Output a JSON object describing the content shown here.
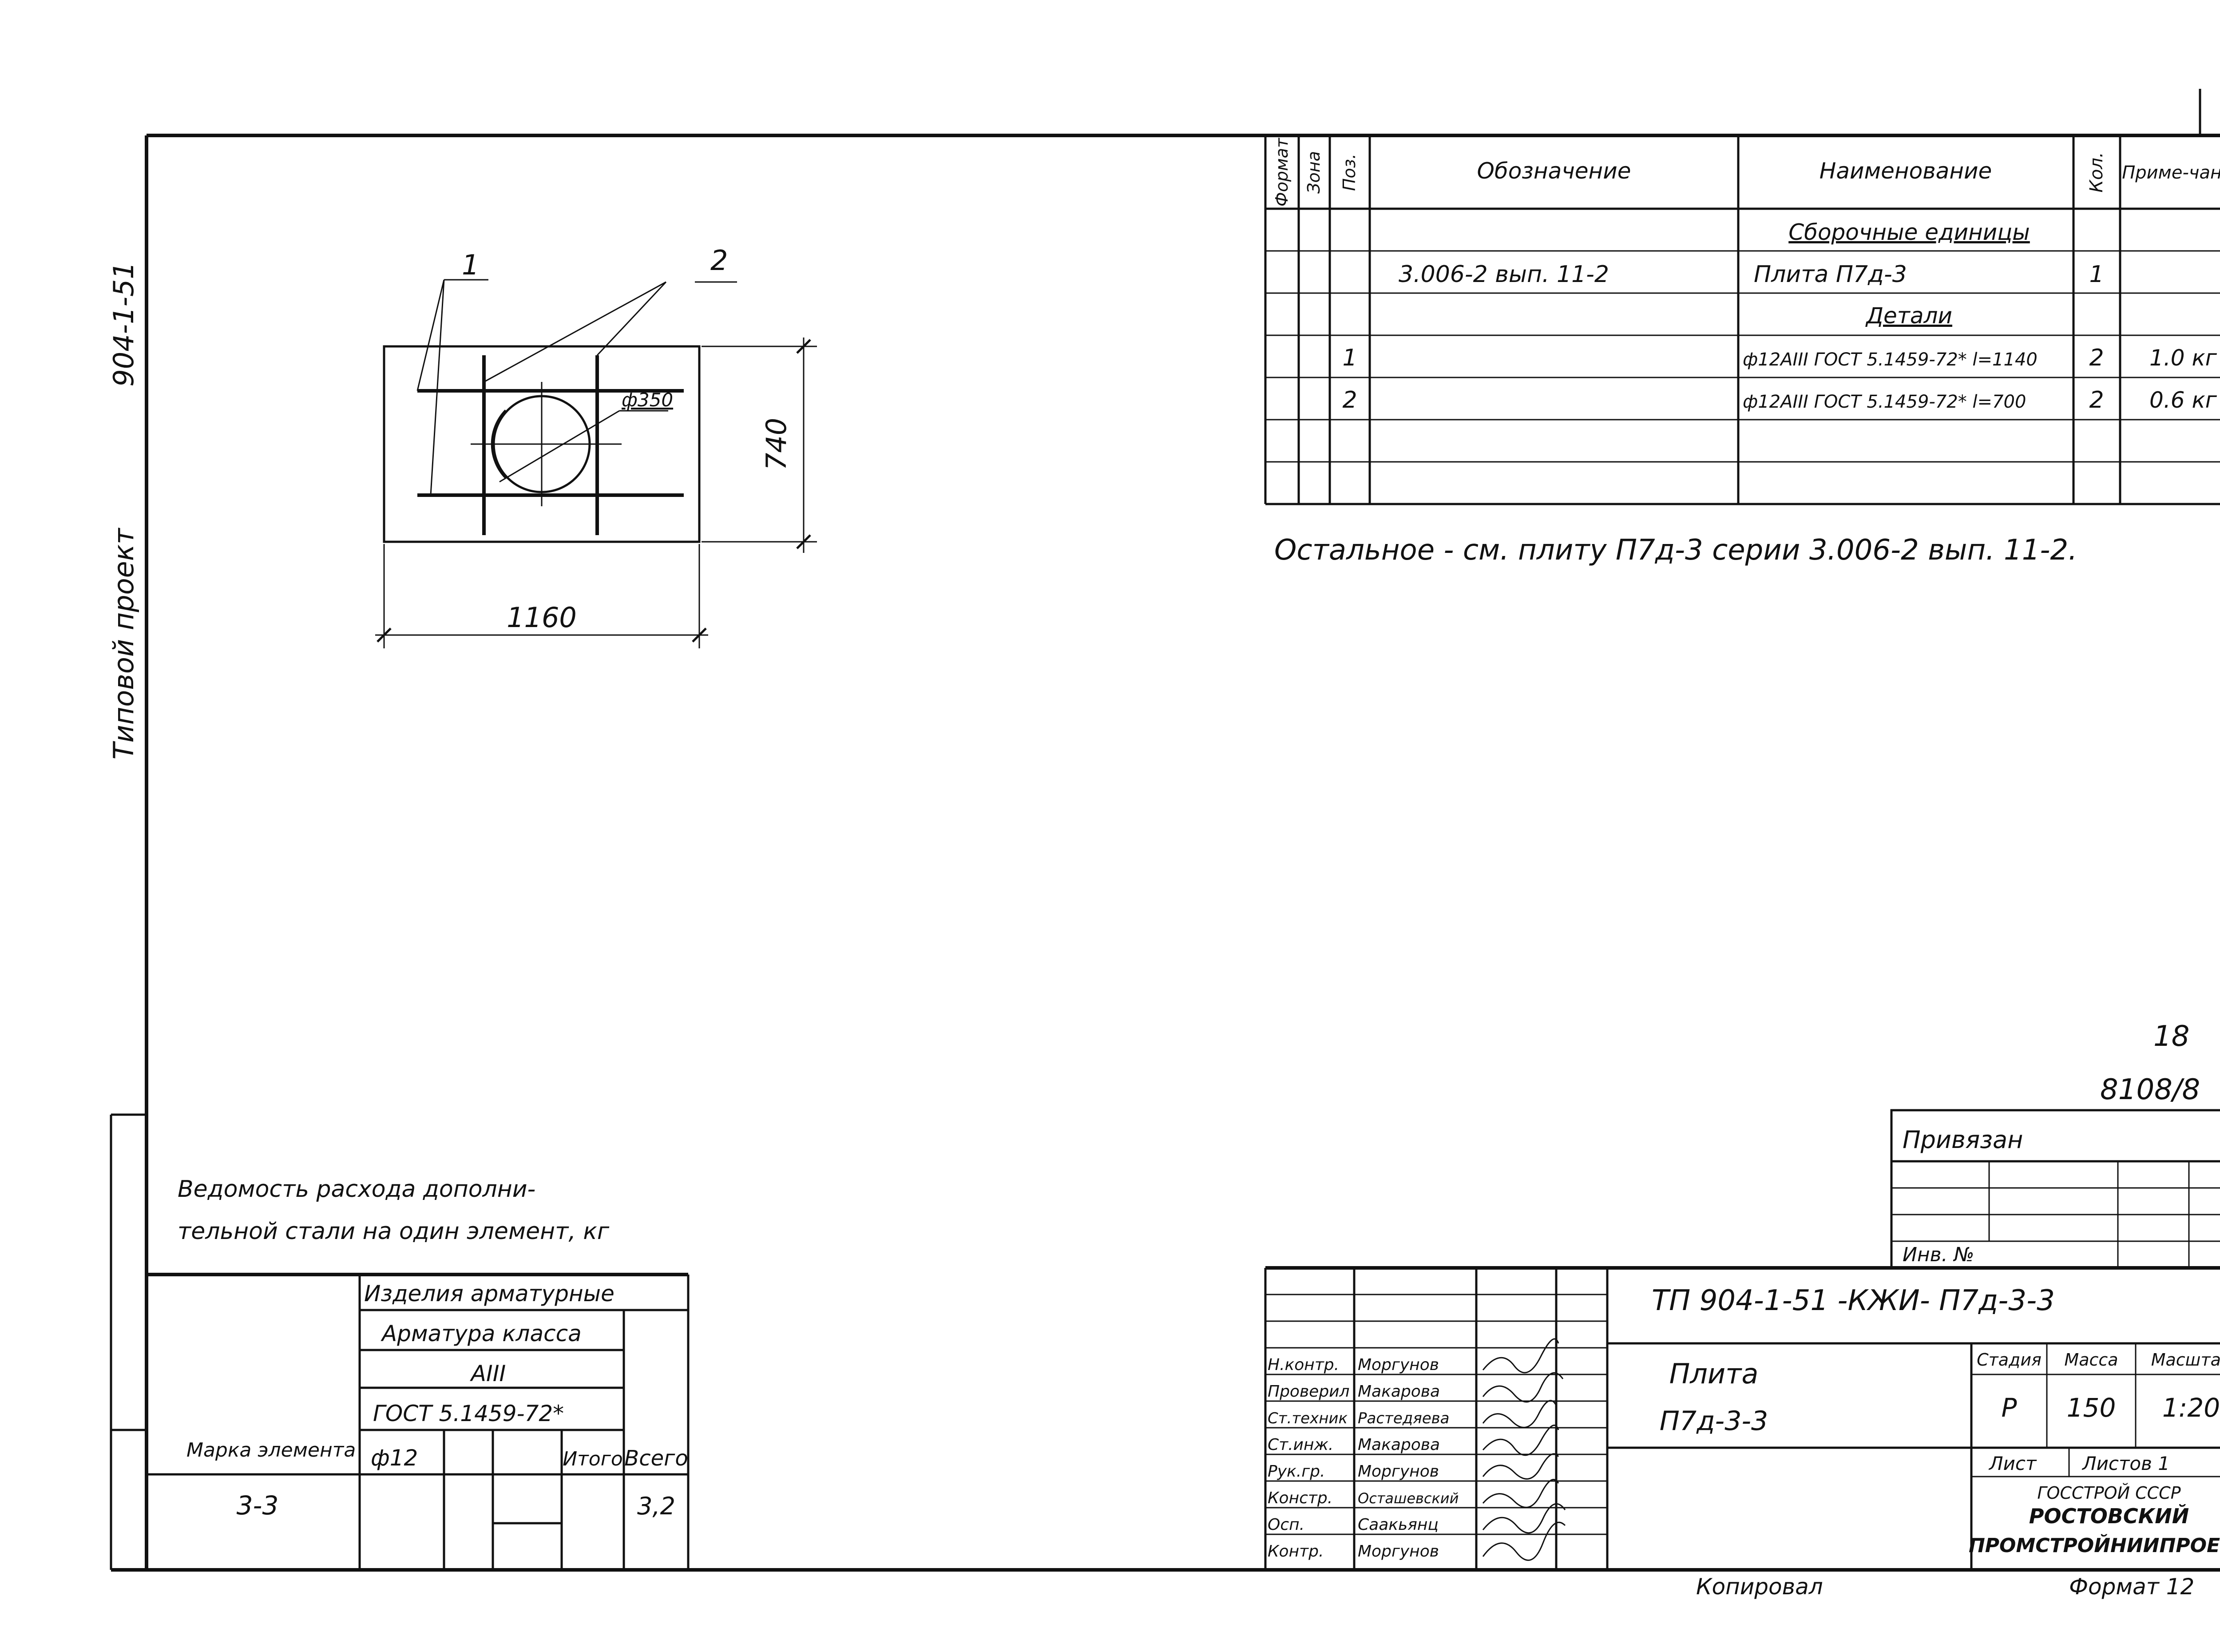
{
  "sheet_number": "18",
  "side_stamp": {
    "project": "Типовой проект",
    "series": "904-1-51"
  },
  "spec_table": {
    "headers": {
      "format": "Формат",
      "zone": "Зона",
      "pos": "Поз.",
      "designation": "Обозначение",
      "name": "Наименование",
      "qty": "Кол.",
      "note": "Приме-чание"
    },
    "section_assembly": "Сборочные единицы",
    "assembly_designation": "3.006-2 вып. 11-2",
    "assembly_name": "Плита П7д-3",
    "assembly_qty": "1",
    "section_details": "Детали",
    "rows": [
      {
        "pos": "1",
        "name": "ф12АIII ГОСТ 5.1459-72* l=1140",
        "qty": "2",
        "note": "1.0 кг"
      },
      {
        "pos": "2",
        "name": "ф12АIII ГОСТ 5.1459-72* l=700",
        "qty": "2",
        "note": "0.6 кг"
      }
    ]
  },
  "note_text": "Остальное - см. плиту П7д-3 серии 3.006-2 вып. 11-2.",
  "drawing": {
    "callout_1": "1",
    "callout_2": "2",
    "hole_label": "ф350",
    "dim_height": "740",
    "dim_width": "1160"
  },
  "sheet_marks": {
    "number": "18",
    "code": "8108/8"
  },
  "steel_schedule": {
    "title_line1": "Ведомость расхода дополни-",
    "title_line2": "тельной стали на один элемент, кг",
    "group_header": "Изделия арматурные",
    "class_header": "Арматура класса",
    "class_value": "АIII",
    "gost": "ГОСТ 5.1459-72*",
    "diameter": "ф12",
    "col_element": "Марка элемента",
    "col_total_partial": "Итого",
    "col_total": "Всего",
    "element_mark": "3-3",
    "total_value": "3,2"
  },
  "binding_block": {
    "title": "Привязан",
    "inv_label": "Инв. №"
  },
  "title_block": {
    "doc_code": "ТП 904-1-51 -КЖИ- П7д-3-3",
    "item_name": "Плита",
    "item_mark": "П7д-3-3",
    "stage_label": "Стадия",
    "mass_label": "Масса",
    "scale_label": "Масштаб",
    "stage_value": "Р",
    "mass_value": "150",
    "scale_value": "1:20",
    "sheet_label": "Лист",
    "sheets_label": "Листов 1",
    "org_line1": "ГОССТРОЙ СССР",
    "org_line2": "РОСТОВСКИЙ",
    "org_line3": "ПРОМСТРОЙНИИПРОЕКТ",
    "signatures": [
      {
        "role": "Н.контр.",
        "name": "Моргунов"
      },
      {
        "role": "Проверил",
        "name": "Макарова"
      },
      {
        "role": "Ст.техник",
        "name": "Растедяева"
      },
      {
        "role": "Ст.инж.",
        "name": "Макарова"
      },
      {
        "role": "Рук.гр.",
        "name": "Моргунов"
      },
      {
        "role": "Констр.",
        "name": "Осташевский"
      },
      {
        "role": "Осп.",
        "name": "Саакьянц"
      },
      {
        "role": "Контр.",
        "name": "Моргунов"
      }
    ]
  },
  "footer": {
    "copied": "Копировал",
    "format": "Формат 12"
  }
}
